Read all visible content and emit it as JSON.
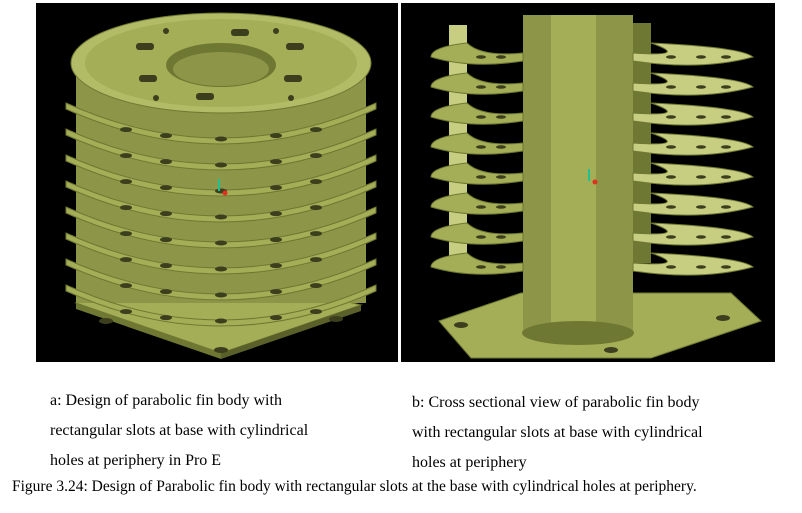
{
  "caption_a": {
    "lines": [
      "a: Design of parabolic fin body with",
      "rectangular slots at base with cylindrical",
      "holes at periphery in Pro E"
    ]
  },
  "caption_b": {
    "lines": [
      "b: Cross sectional view of  parabolic fin body",
      "with  rectangular slots at base with cylindrical",
      "holes at periphery"
    ]
  },
  "figure_caption": "Figure 3.24: Design of Parabolic fin body with rectangular slots at the base with cylindrical holes at periphery.",
  "colors": {
    "background": "#000000",
    "model_body": "#a4ae56",
    "model_shadow": "#6f7832",
    "model_highlight": "#c7ce82",
    "hole": "#3b3f1e",
    "axis_marker_red": "#e03020",
    "axis_marker_green": "#20c090"
  },
  "fin_count": 8
}
